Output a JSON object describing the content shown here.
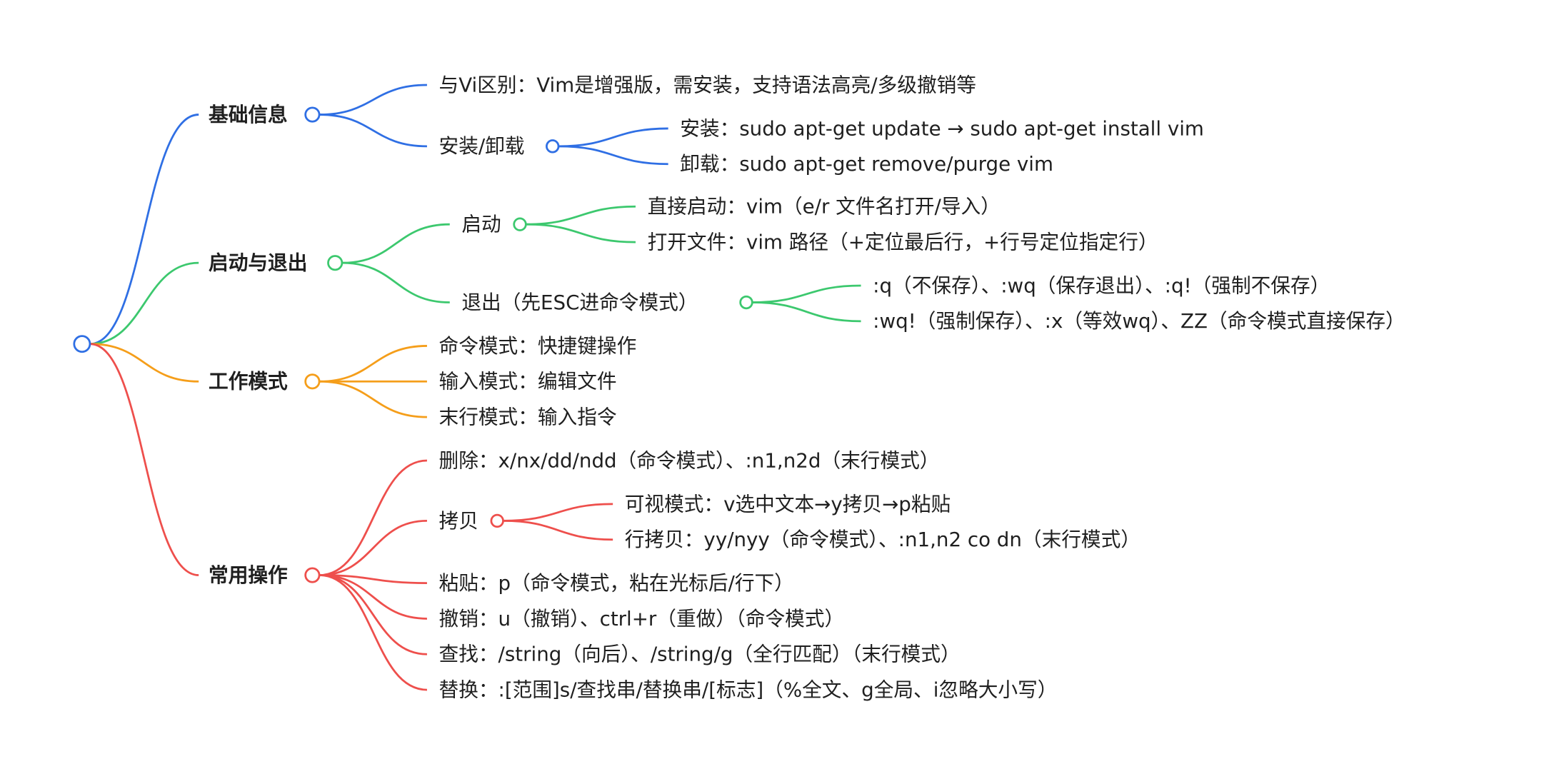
{
  "colors": {
    "root": "#2f6fe4",
    "text": "#1f1f1f",
    "branch_1": "#2f6fe4",
    "branch_2": "#3cc86e",
    "branch_3": "#f59e1a",
    "branch_4": "#ee4f4c"
  },
  "branches": [
    {
      "label": "基础信息",
      "children": [
        {
          "label": "与Vi区别：Vim是增强版，需安装，支持语法高亮/多级撤销等"
        },
        {
          "label": "安装/卸载",
          "children": [
            {
              "label": "安装：sudo apt-get update → sudo apt-get install vim"
            },
            {
              "label": "卸载：sudo apt-get remove/purge vim"
            }
          ]
        }
      ]
    },
    {
      "label": "启动与退出",
      "children": [
        {
          "label": "启动",
          "children": [
            {
              "label": "直接启动：vim（e/r 文件名打开/导入）"
            },
            {
              "label": "打开文件：vim 路径（+定位最后行，+行号定位指定行）"
            }
          ]
        },
        {
          "label": "退出（先ESC进命令模式）",
          "children": [
            {
              "label": ":q（不保存）、:wq（保存退出）、:q!（强制不保存）"
            },
            {
              "label": ":wq!（强制保存）、:x（等效wq）、ZZ（命令模式直接保存）"
            }
          ]
        }
      ]
    },
    {
      "label": "工作模式",
      "children": [
        {
          "label": "命令模式：快捷键操作"
        },
        {
          "label": "输入模式：编辑文件"
        },
        {
          "label": "末行模式：输入指令"
        }
      ]
    },
    {
      "label": "常用操作",
      "children": [
        {
          "label": "删除：x/nx/dd/ndd（命令模式）、:n1,n2d（末行模式）"
        },
        {
          "label": "拷贝",
          "children": [
            {
              "label": "可视模式：v选中文本→y拷贝→p粘贴"
            },
            {
              "label": "行拷贝：yy/nyy（命令模式）、:n1,n2 co dn（末行模式）"
            }
          ]
        },
        {
          "label": "粘贴：p（命令模式，粘在光标后/行下）"
        },
        {
          "label": "撤销：u（撤销）、ctrl+r（重做）（命令模式）"
        },
        {
          "label": "查找：/string（向后）、/string/g（全行匹配）（末行模式）"
        },
        {
          "label": "替换：:[范围]s/查找串/替换串/[标志]（%全文、g全局、i忽略大小写）"
        }
      ]
    }
  ]
}
